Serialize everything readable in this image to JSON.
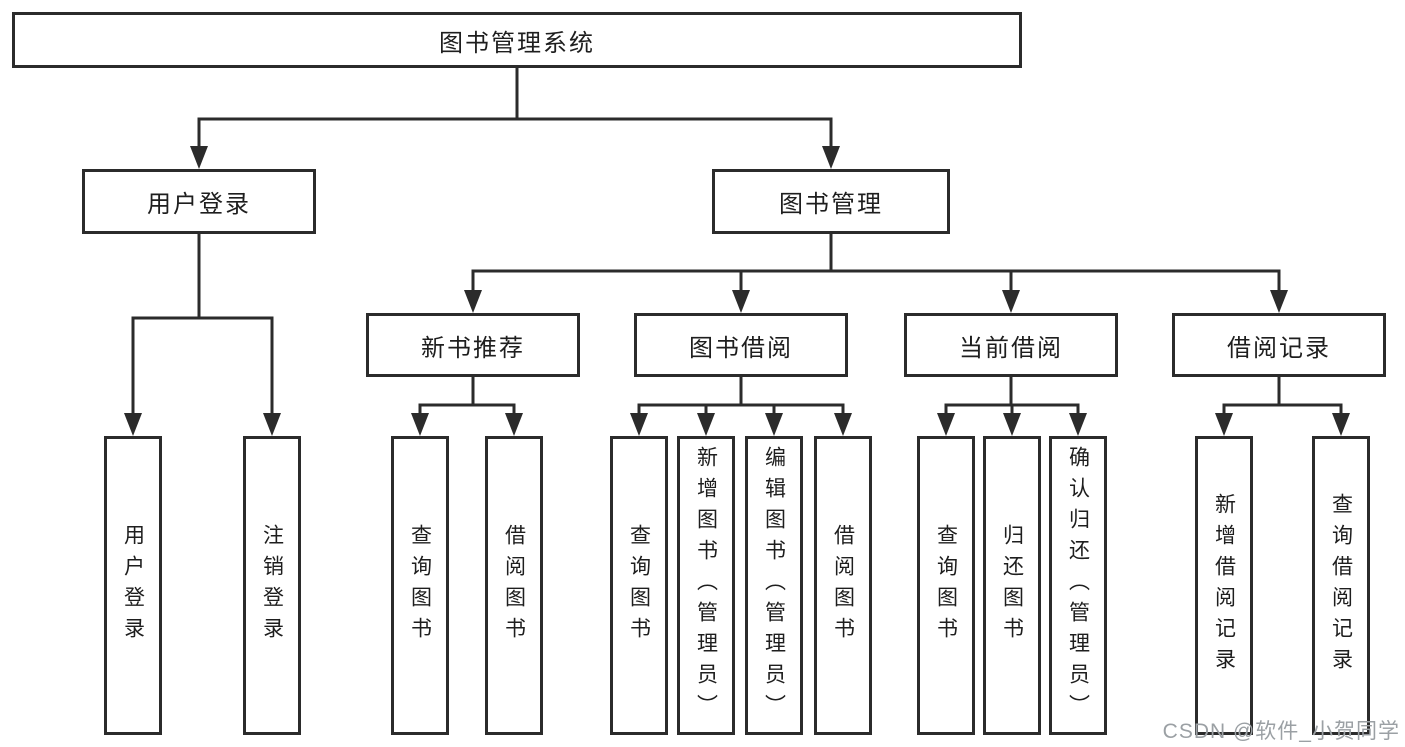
{
  "diagram": {
    "root": {
      "label": "图书管理系统"
    },
    "level2": [
      {
        "label": "用户登录",
        "children": [
          "用户登录",
          "注销登录"
        ]
      },
      {
        "label": "图书管理",
        "groups": [
          {
            "label": "新书推荐",
            "children": [
              "查询图书",
              "借阅图书"
            ]
          },
          {
            "label": "图书借阅",
            "children": [
              "查询图书",
              "新增图书（管理员）",
              "编辑图书（管理员）",
              "借阅图书"
            ]
          },
          {
            "label": "当前借阅",
            "children": [
              "查询图书",
              "归还图书",
              "确认归还（管理员）"
            ]
          },
          {
            "label": "借阅记录",
            "children": [
              "新增借阅记录",
              "查询借阅记录"
            ]
          }
        ]
      }
    ]
  },
  "watermark": {
    "text": "CSDN @软件_小贺同学"
  },
  "colors": {
    "background": "#ffffff",
    "line": "#2b2b2b",
    "box_border": "#2b2b2b",
    "text": "#1e1e1e",
    "watermark": "#9ba0a4"
  }
}
